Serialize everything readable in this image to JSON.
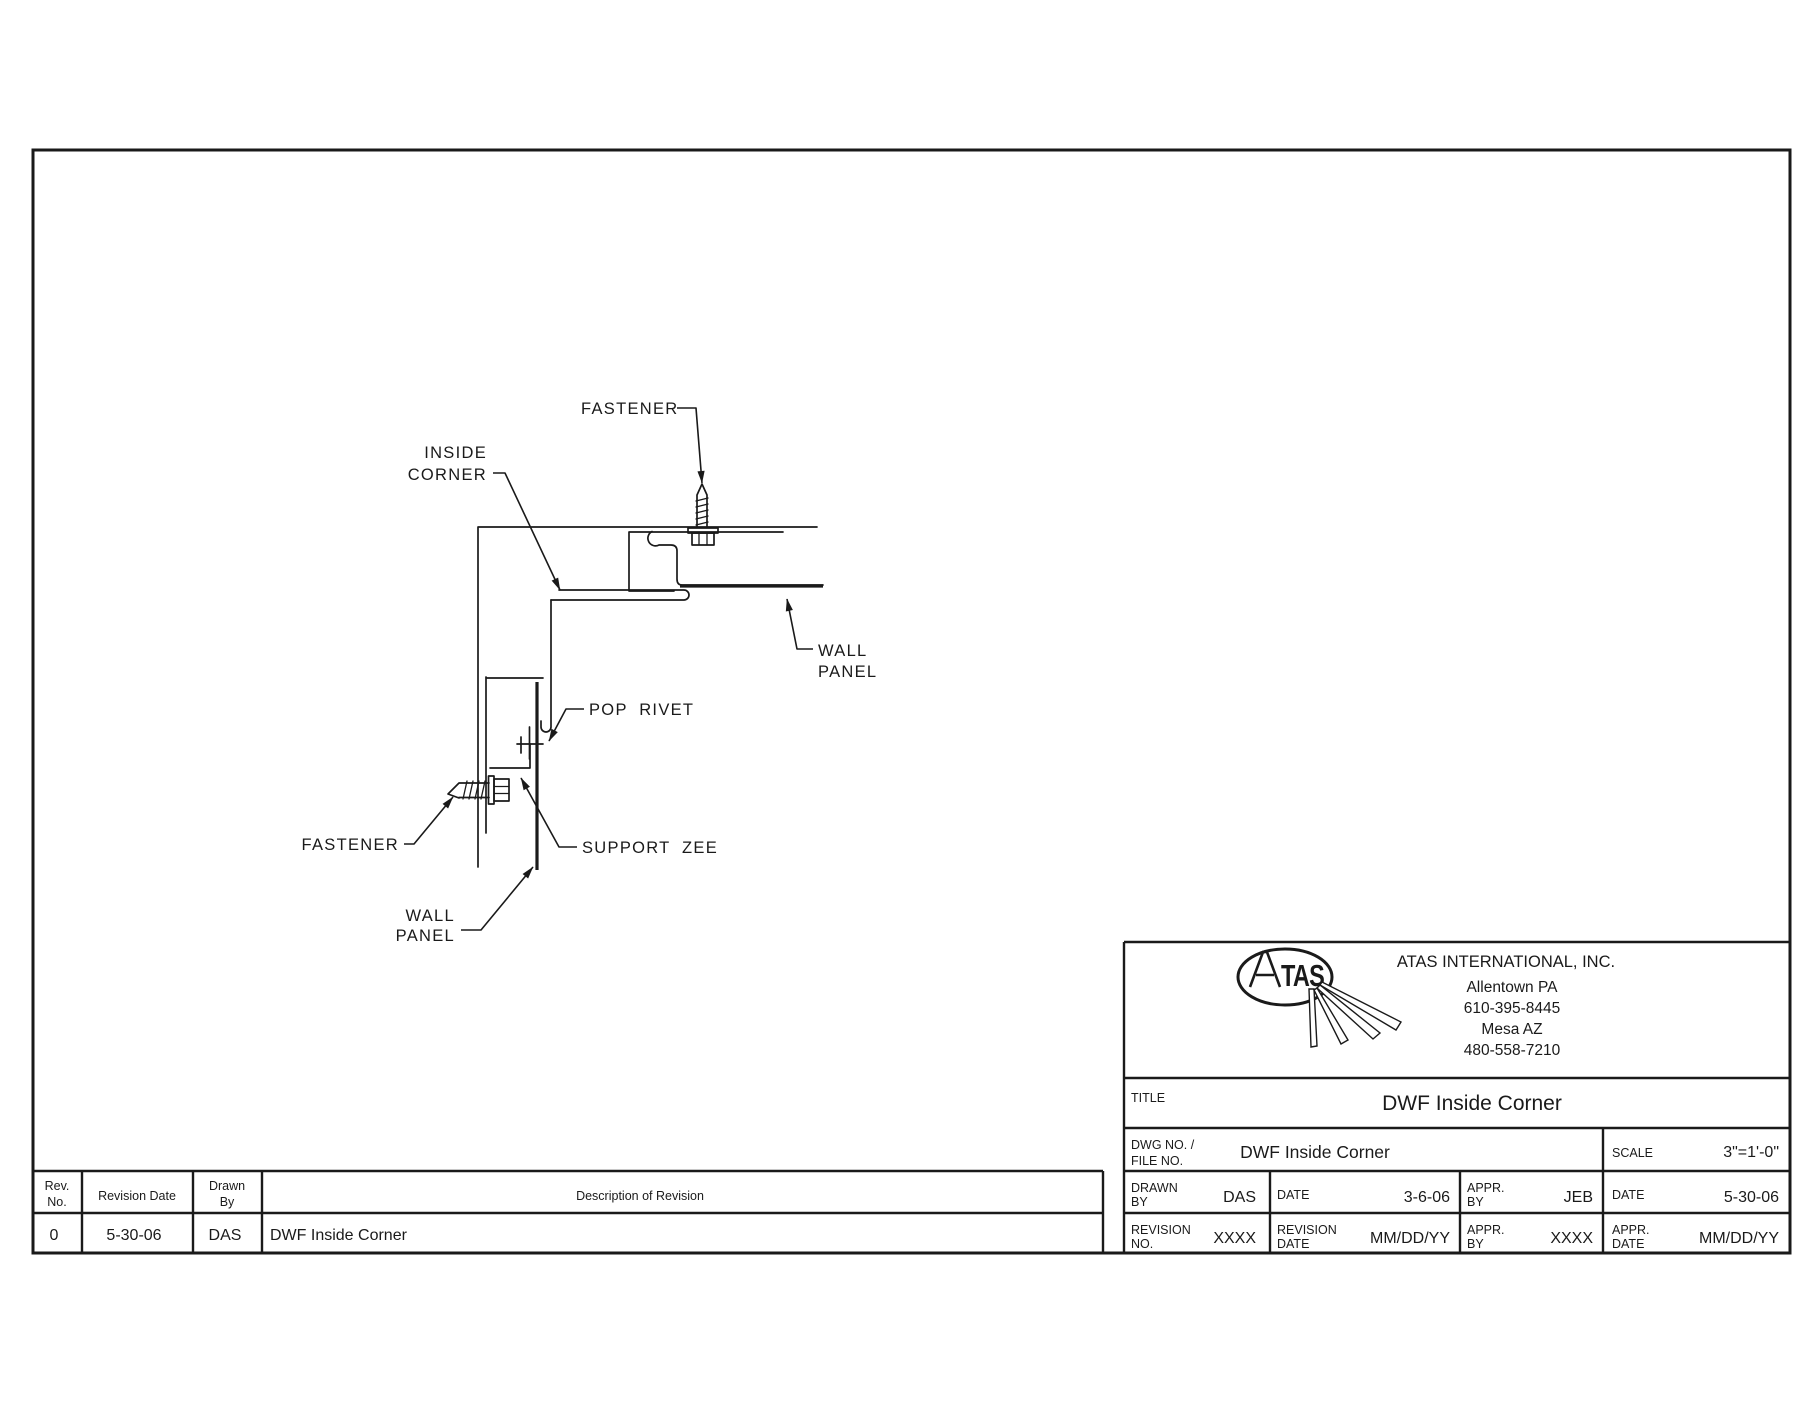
{
  "colors": {
    "ink": "#1a1a1a",
    "paper": "#ffffff"
  },
  "drawing": {
    "labels": {
      "fastener_top": "FASTENER",
      "inside_corner1": "INSIDE",
      "inside_corner2": "CORNER",
      "wall_panel_right1": "WALL",
      "wall_panel_right2": "PANEL",
      "pop_rivet": "POP  RIVET",
      "support_zee": "SUPPORT  ZEE",
      "fastener_bottom": "FASTENER",
      "wall_panel_bottom1": "WALL",
      "wall_panel_bottom2": "PANEL"
    }
  },
  "title_block": {
    "logo_tas": "TAS",
    "company": "ATAS INTERNATIONAL, INC.",
    "city1": "Allentown PA",
    "phone1": "610-395-8445",
    "city2": "Mesa AZ",
    "phone2": "480-558-7210",
    "title_label": "TITLE",
    "title": "DWF Inside Corner",
    "dwg_label1": "DWG NO. /",
    "dwg_label2": "FILE NO.",
    "dwg_no": "DWF Inside Corner",
    "scale_label": "SCALE",
    "scale": "3\"=1'-0\"",
    "drawn_label1": "DRAWN",
    "drawn_label2": "BY",
    "drawn_by": "DAS",
    "date1_label": "DATE",
    "date1": "3-6-06",
    "appr1_label1": "APPR.",
    "appr1_label2": "BY",
    "appr_by": "JEB",
    "date2_label": "DATE",
    "date2": "5-30-06",
    "rev_no_label1": "REVISION",
    "rev_no_label2": "NO.",
    "rev_no": "XXXX",
    "rev_date_label1": "REVISION",
    "rev_date_label2": "DATE",
    "rev_date": "MM/DD/YY",
    "appr2_label1": "APPR.",
    "appr2_label2": "BY",
    "appr_by2": "XXXX",
    "appr_date_label1": "APPR.",
    "appr_date_label2": "DATE",
    "appr_date": "MM/DD/YY"
  },
  "revision_table": {
    "h_rev1": "Rev.",
    "h_rev2": "No.",
    "h_date": "Revision Date",
    "h_drawn1": "Drawn",
    "h_drawn2": "By",
    "h_desc": "Description of Revision",
    "row": {
      "rev": "0",
      "date": "5-30-06",
      "drawn": "DAS",
      "desc": "DWF Inside Corner"
    }
  }
}
